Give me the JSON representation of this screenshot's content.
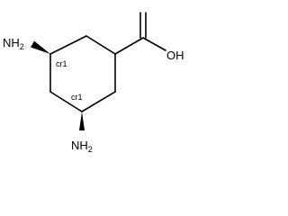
{
  "molecule": {
    "atoms": {
      "amine_top": "NH",
      "amine_top_sub": "2",
      "amine_bottom": "NH",
      "amine_bottom_sub": "2",
      "hydroxyl": "OH"
    },
    "stereo_labels": {
      "upper": "cr1",
      "lower": "cr1"
    }
  }
}
